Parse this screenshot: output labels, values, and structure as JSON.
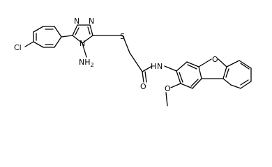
{
  "molecule": {
    "labels": {
      "chlorine": "Cl",
      "triazole_n_top_left": "N",
      "triazole_n_top_right": "N",
      "triazole_n4": "N",
      "amino": "NH",
      "amino_subscript": "2",
      "sulfur": "S",
      "amide_nh": "H",
      "amide_n": "N",
      "carbonyl_o": "O",
      "furan_o": "O",
      "methoxy_o": "O"
    }
  }
}
